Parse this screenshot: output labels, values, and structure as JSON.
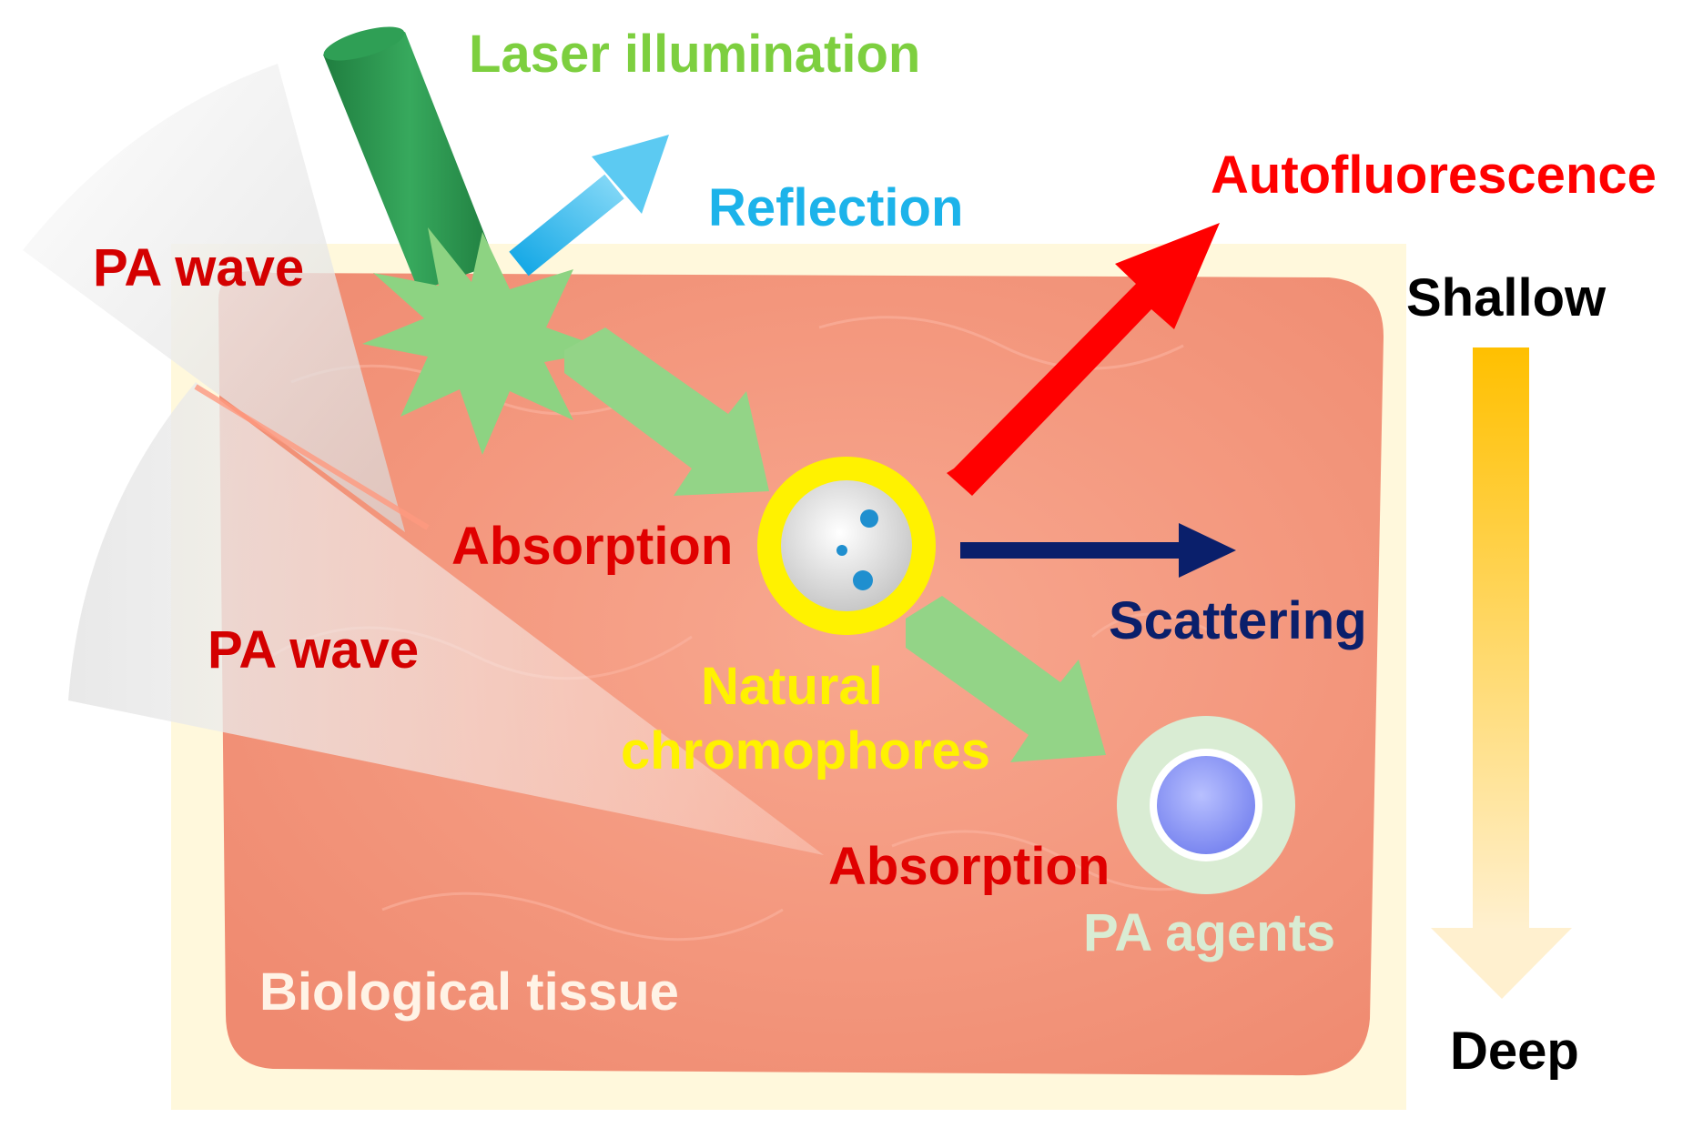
{
  "labels": {
    "laser": "Laser illumination",
    "reflection": "Reflection",
    "autofluorescence": "Autofluorescence",
    "shallow": "Shallow",
    "deep": "Deep",
    "pa_wave_upper": "PA wave",
    "pa_wave_lower": "PA wave",
    "absorption_upper": "Absorption",
    "absorption_lower": "Absorption",
    "scattering": "Scattering",
    "natural_line1": "Natural",
    "natural_line2": "chromophores",
    "pa_agents": "PA agents",
    "tissue": "Biological tissue"
  },
  "colors": {
    "laser": "#7dcf3f",
    "reflection": "#1cb3ea",
    "autofluorescence": "#ff0000",
    "absorption": "#e00000",
    "pa_wave": "#d40000",
    "scattering": "#0a1f6b",
    "natural": "#fff200",
    "pa_agents": "#d9ecd3",
    "tissue_label": "#fff3e6",
    "depth_text": "#000000",
    "tissue": "#f49b83",
    "background_box": "#fff8dc",
    "light_path": "#93d487",
    "laser_beam": "#2c9a52",
    "depth_arrow_top": "#ffc000",
    "depth_arrow_bottom": "#ffefc7"
  }
}
